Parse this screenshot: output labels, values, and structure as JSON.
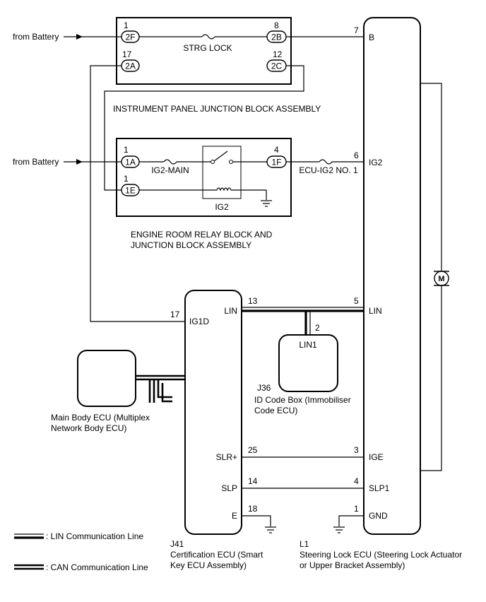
{
  "sources": {
    "top": "from Battery",
    "mid": "from Battery"
  },
  "instrument_panel_jb": {
    "title": "INSTRUMENT PANEL JUNCTION BLOCK ASSEMBLY",
    "fuse": "STRG LOCK",
    "pins": [
      {
        "num": "1",
        "code": "2F"
      },
      {
        "num": "8",
        "code": "2B"
      },
      {
        "num": "17",
        "code": "2A"
      },
      {
        "num": "12",
        "code": "2C"
      }
    ]
  },
  "engine_room_rb": {
    "title_line1": "ENGINE ROOM RELAY BLOCK AND",
    "title_line2": "JUNCTION BLOCK ASSEMBLY",
    "fuse_main": "IG2-MAIN",
    "relay": "IG2",
    "fuse_out": "ECU-IG2 NO. 1",
    "pins": [
      {
        "num": "1",
        "code": "1A"
      },
      {
        "num": "4",
        "code": "1F"
      },
      {
        "num": "1",
        "code": "1E"
      }
    ]
  },
  "steering_lock_ecu": {
    "code": "L1",
    "name_line1": "Steering Lock ECU (Steering Lock Actuator",
    "name_line2": "or Upper Bracket Assembly)",
    "terminals": [
      {
        "num": "7",
        "label": "B"
      },
      {
        "num": "6",
        "label": "IG2"
      },
      {
        "num": "5",
        "label": "LIN"
      },
      {
        "num": "3",
        "label": "IGE"
      },
      {
        "num": "4",
        "label": "SLP1"
      },
      {
        "num": "1",
        "label": "GND"
      }
    ],
    "motor": "M"
  },
  "certification_ecu": {
    "code": "J41",
    "name_line1": "Certification ECU (Smart",
    "name_line2": "Key ECU Assembly)",
    "terminals": [
      {
        "num": "17",
        "label": "IG1D"
      },
      {
        "num": "13",
        "label": "LIN"
      },
      {
        "num": "25",
        "label": "SLR+"
      },
      {
        "num": "14",
        "label": "SLP"
      },
      {
        "num": "18",
        "label": "E"
      }
    ]
  },
  "id_code_box": {
    "code": "J36",
    "name_line1": "ID Code Box (Immobiliser",
    "name_line2": "Code ECU)",
    "terminal": {
      "num": "2",
      "label": "LIN1"
    }
  },
  "main_body_ecu": {
    "name_line1": "Main Body ECU (Multiplex",
    "name_line2": "Network Body ECU)"
  },
  "legend": {
    "lin": ": LIN Communication Line",
    "can": ": CAN Communication Line"
  }
}
